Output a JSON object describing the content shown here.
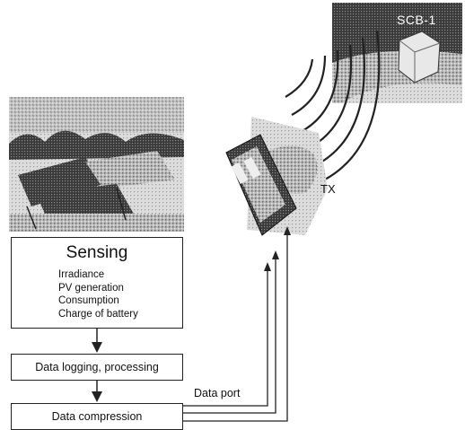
{
  "sensing": {
    "title": "Sensing",
    "items": [
      "Irradiance",
      "PV generation",
      "Consumption",
      "Charge of battery"
    ]
  },
  "logging": {
    "label": "Data logging, processing"
  },
  "compression": {
    "label": "Data compression"
  },
  "port": {
    "label": "Data port"
  },
  "transmitter": {
    "label": "TX"
  },
  "satellite": {
    "label": "SCB-1"
  }
}
